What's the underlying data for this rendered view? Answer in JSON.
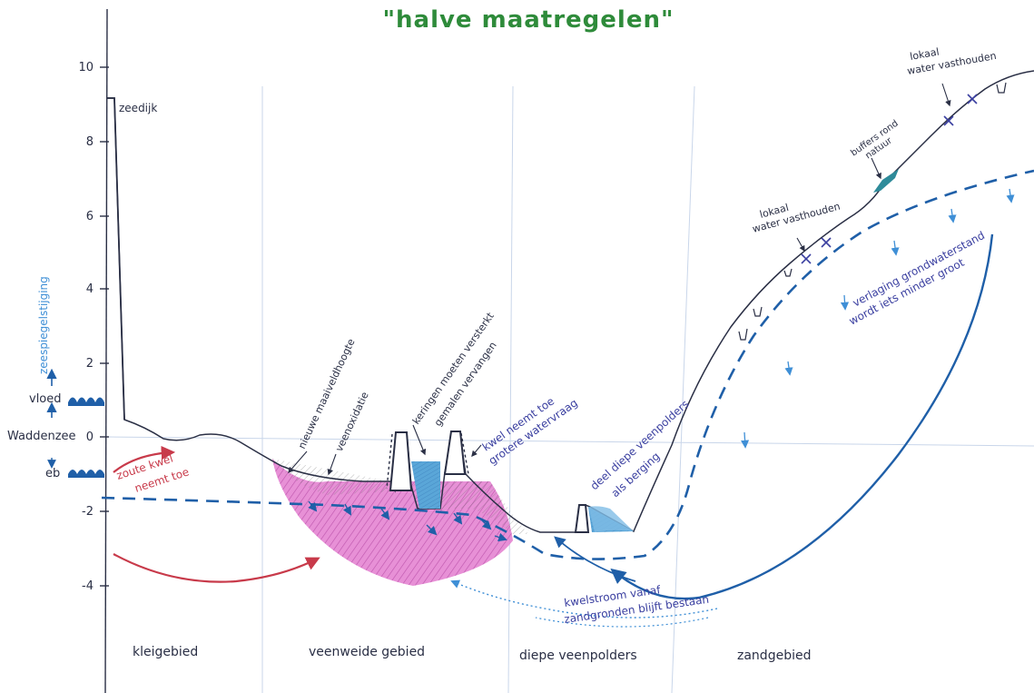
{
  "title": "\"halve maatregelen\"",
  "axis": {
    "ticks": [
      "10",
      "8",
      "6",
      "4",
      "2",
      "0",
      "-2",
      "-4"
    ],
    "ylabel": "zeespiegelstijging"
  },
  "sea_labels": {
    "vloed": "vloed",
    "waddenzee": "Waddenzee",
    "eb": "eb"
  },
  "annotations": {
    "zeedijk": "zeedijk",
    "zoute_kwel_1": "zoute kwel",
    "zoute_kwel_2": "neemt toe",
    "nieuwe_maaiveldhoogte": "nieuwe maaiveldhoogte",
    "veenoxidatie": "veenoxidatie",
    "keringen_1": "keringen moeten versterkt",
    "keringen_2": "gemalen vervangen",
    "kwel_toe_1": "kwel neemt toe",
    "kwel_toe_2": "grotere watervraag",
    "deel_diepe_1": "deel diepe veenpolders",
    "deel_diepe_2": "als berging",
    "buffers_1": "buffers rond",
    "buffers_2": "natuur",
    "lokaal_top_1": "lokaal",
    "lokaal_top_2": "water vasthouden",
    "lokaal_mid_1": "lokaal",
    "lokaal_mid_2": "water vasthouden",
    "verlaging_1": "verlaging grondwaterstand",
    "verlaging_2": "wordt iets minder groot",
    "kwelstroom_1": "kwelstroom vanaf",
    "kwelstroom_2": "zandgronden blijft bestaan"
  },
  "regions": {
    "kleigebied": "kleigebied",
    "veenweide": "veenweide gebied",
    "diepe": "diepe veenpolders",
    "zand": "zandgebied"
  },
  "colors": {
    "title": "#2e8b3a",
    "ink": "#2a2f45",
    "grid": "#c9d6ea",
    "water_dark": "#1f5fa8",
    "water_light": "#3f8fd6",
    "annotation_blue": "#3a3fa0",
    "red": "#c83a4a",
    "peat": "#d94bc0",
    "basin": "#5aa6d8"
  }
}
